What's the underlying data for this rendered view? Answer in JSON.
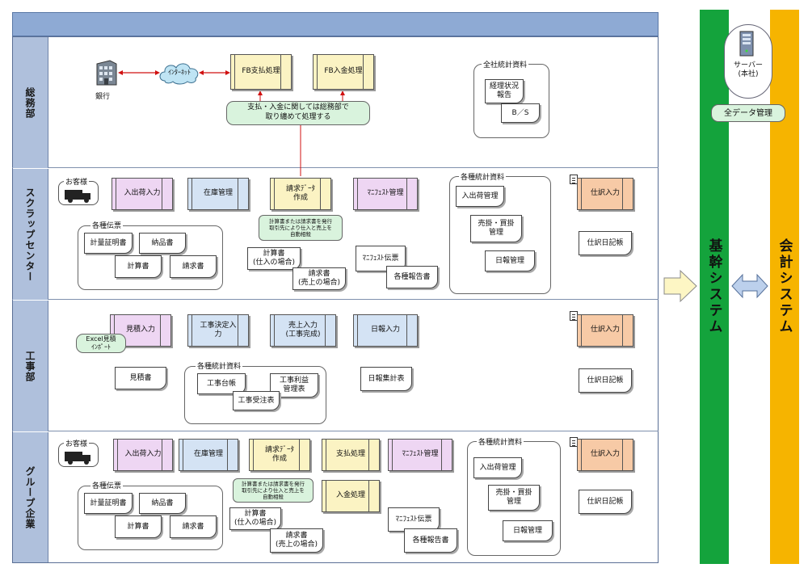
{
  "lanes": [
    {
      "label": "総務部"
    },
    {
      "label": "スクラップセンター"
    },
    {
      "label": "工事部"
    },
    {
      "label": "グループ企業"
    }
  ],
  "soumu": {
    "bank": "銀行",
    "internet": "ｲﾝﾀｰﾈｯﾄ",
    "fb_pay": "FB支払処理",
    "fb_receive": "FB入金処理",
    "note": "支払・入金に関しては総務部で\n取り纏めて処理する",
    "group_title": "全社統計資料",
    "report1": "経理状況\n報告",
    "report2": "B／S"
  },
  "scrap": {
    "customer": "お客様",
    "p1": "入出荷入力",
    "p2": "在庫管理",
    "p3": "請求ﾃﾞｰﾀ\n作成",
    "p4": "ﾏﾆﾌｪｽﾄ管理",
    "p5": "仕訳入力",
    "note": "計算書または請求書を発行\n取引先により仕入と売上を\n自動相殺",
    "doc_calc": "計算書\n(仕入の場合)",
    "doc_inv": "請求書\n(売上の場合)",
    "manifest": "ﾏﾆﾌｪｽﾄ伝票",
    "reports": "各種報告書",
    "slips_title": "各種伝票",
    "s1": "計量証明書",
    "s2": "納品書",
    "s3": "計算書",
    "s4": "請求書",
    "stat_title": "各種統計資料",
    "t1": "入出荷管理",
    "t2": "売掛・買掛\n管理",
    "t3": "日報管理",
    "journal": "仕訳日記帳"
  },
  "kouji": {
    "p1": "見積入力",
    "p2": "工事決定入\n力",
    "p3": "売上入力\n(工事完成)",
    "p4": "日報入力",
    "p5": "仕訳入力",
    "excel": "Excel見積\nｲﾝﾎﾟｰﾄ",
    "doc_est": "見積書",
    "stat_title": "各種統計資料",
    "t1": "工事台帳",
    "t2": "工事利益\n管理表",
    "t3": "工事受注表",
    "daily": "日報集計表",
    "journal": "仕訳日記帳"
  },
  "group": {
    "customer": "お客様",
    "p1": "入出荷入力",
    "p2": "在庫管理",
    "p3": "請求ﾃﾞｰﾀ\n作成",
    "p4": "支払処理",
    "p5": "ﾏﾆﾌｪｽﾄ管理",
    "p6": "仕訳入力",
    "p7": "入金処理",
    "note": "計算書または請求書を発行\n取引先により仕入と売上を\n自動相殺",
    "doc_calc": "計算書\n(仕入の場合)",
    "doc_inv": "請求書\n(売上の場合)",
    "manifest": "ﾏﾆﾌｪｽﾄ伝票",
    "reports": "各種報告書",
    "slips_title": "各種伝票",
    "s1": "計量証明書",
    "s2": "納品書",
    "s3": "計算書",
    "s4": "請求書",
    "stat_title": "各種統計資料",
    "t1": "入出荷管理",
    "t2": "売掛・買掛\n管理",
    "t3": "日報管理",
    "journal": "仕訳日記帳"
  },
  "systems": {
    "server": "サーバー\n(本社)",
    "all_data": "全データ管理",
    "core": "基幹システム",
    "accounting": "会計システム"
  },
  "colors": {
    "core_green": "#14a33c",
    "accounting_orange": "#f6b400",
    "lane_label_blue": "#afc0dc",
    "top_bar_blue": "#8eaad4",
    "process_pink": "#eed6f3",
    "process_blue": "#d4e3f4",
    "process_yellow": "#fbf3c3",
    "process_orange": "#f7caa6",
    "note_green": "#d9f3dd"
  },
  "icons": [
    "bank-building-icon",
    "internet-cloud-icon",
    "truck-icon",
    "server-icon",
    "memo-icon",
    "arrow-right-icon",
    "double-arrow-icon"
  ]
}
